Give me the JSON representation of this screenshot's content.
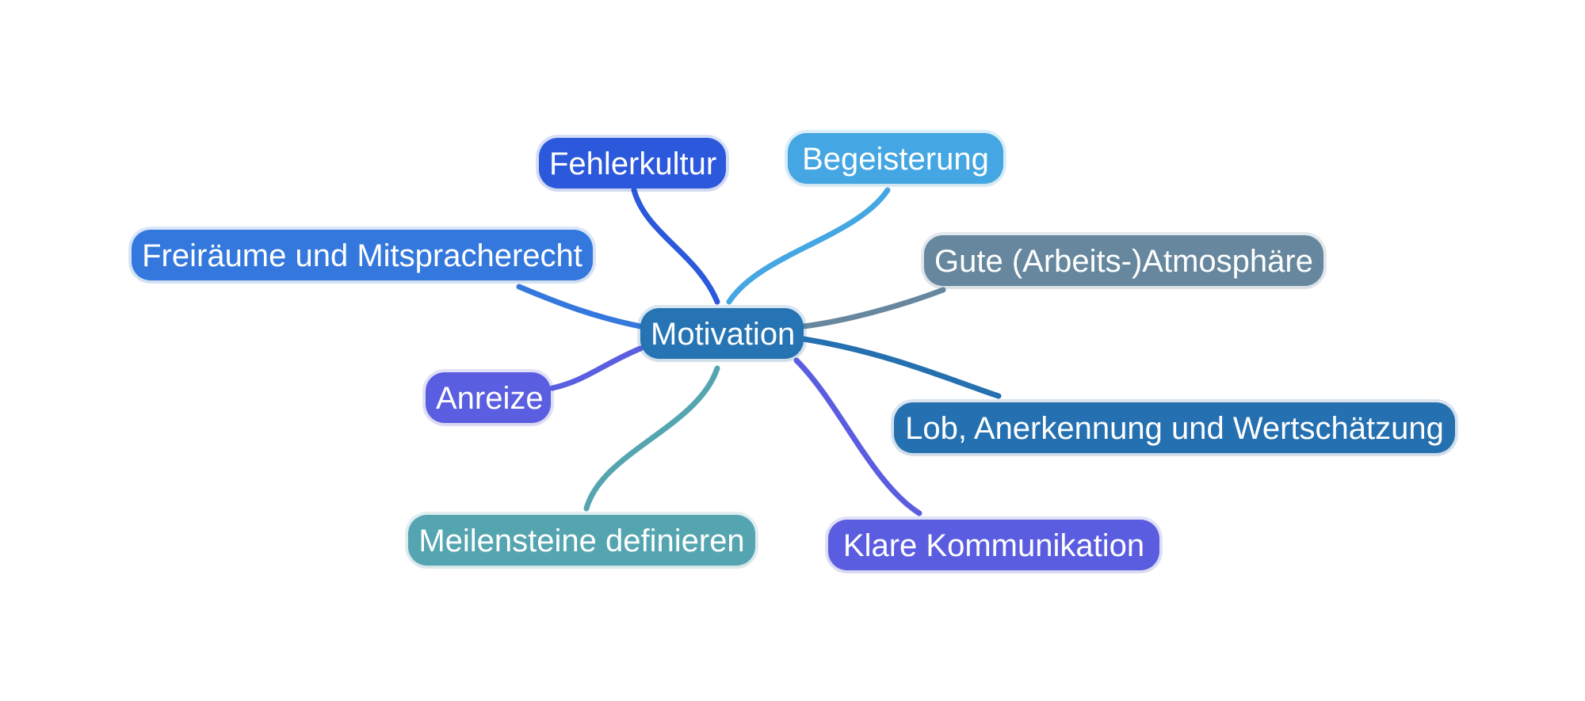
{
  "colors": {
    "center": "#2674b3",
    "fehlerkultur": "#2c58dc",
    "begeisterung": "#44a6e2",
    "freiraeume": "#3478de",
    "gute": "#66879e",
    "anreize": "#5a5ee0",
    "lob": "#2570b0",
    "meilensteine": "#55a5b1",
    "klare": "#5b5de0"
  },
  "mindmap": {
    "center": "Motivation",
    "branches": [
      {
        "id": "fehlerkultur",
        "label": "Fehlerkultur"
      },
      {
        "id": "begeisterung",
        "label": "Begeisterung"
      },
      {
        "id": "freiraeume",
        "label": "Freiräume und Mitspracherecht"
      },
      {
        "id": "gute",
        "label": "Gute (Arbeits-)Atmosphäre"
      },
      {
        "id": "anreize",
        "label": "Anreize"
      },
      {
        "id": "lob",
        "label": "Lob, Anerkennung und Wertschätzung"
      },
      {
        "id": "meilensteine",
        "label": "Meilensteine definieren"
      },
      {
        "id": "klare",
        "label": "Klare Kommunikation"
      }
    ]
  }
}
